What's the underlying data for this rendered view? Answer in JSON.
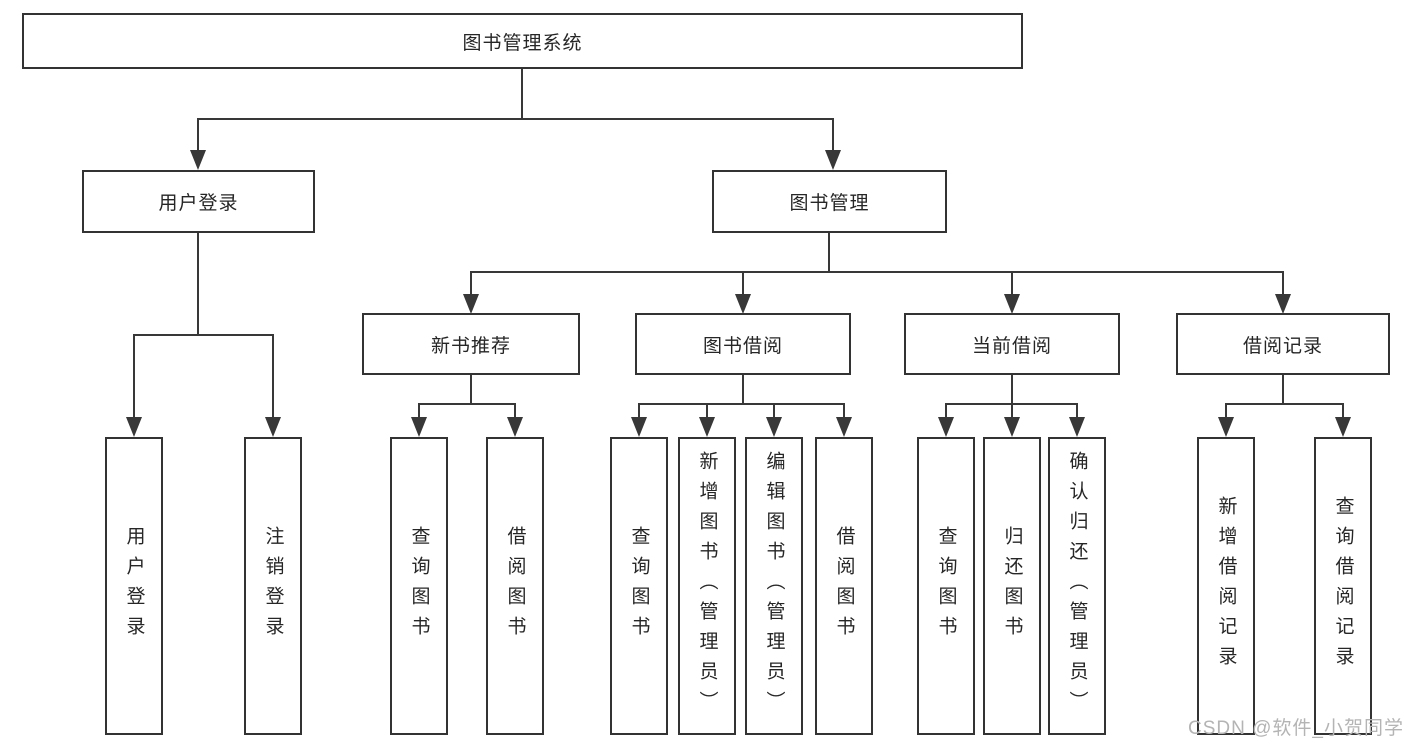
{
  "diagram_type": "hierarchy-tree",
  "tree": {
    "root": {
      "label": "图书管理系统",
      "children": [
        {
          "label": "用户登录",
          "children": [
            {
              "label": "用户登录"
            },
            {
              "label": "注销登录"
            }
          ]
        },
        {
          "label": "图书管理",
          "children": [
            {
              "label": "新书推荐",
              "children": [
                {
                  "label": "查询图书"
                },
                {
                  "label": "借阅图书"
                }
              ]
            },
            {
              "label": "图书借阅",
              "children": [
                {
                  "label": "查询图书"
                },
                {
                  "label": "新增图书（管理员）"
                },
                {
                  "label": "编辑图书（管理员）"
                },
                {
                  "label": "借阅图书"
                }
              ]
            },
            {
              "label": "当前借阅",
              "children": [
                {
                  "label": "查询图书"
                },
                {
                  "label": "归还图书"
                },
                {
                  "label": "确认归还（管理员）"
                }
              ]
            },
            {
              "label": "借阅记录",
              "children": [
                {
                  "label": "新增借阅记录"
                },
                {
                  "label": "查询借阅记录"
                }
              ]
            }
          ]
        }
      ]
    }
  },
  "watermark": "CSDN @软件_小贺同学",
  "colors": {
    "line": "#383838",
    "box_border": "#333333",
    "text": "#262626",
    "watermark": "#b4b4b4",
    "background": "#ffffff"
  }
}
